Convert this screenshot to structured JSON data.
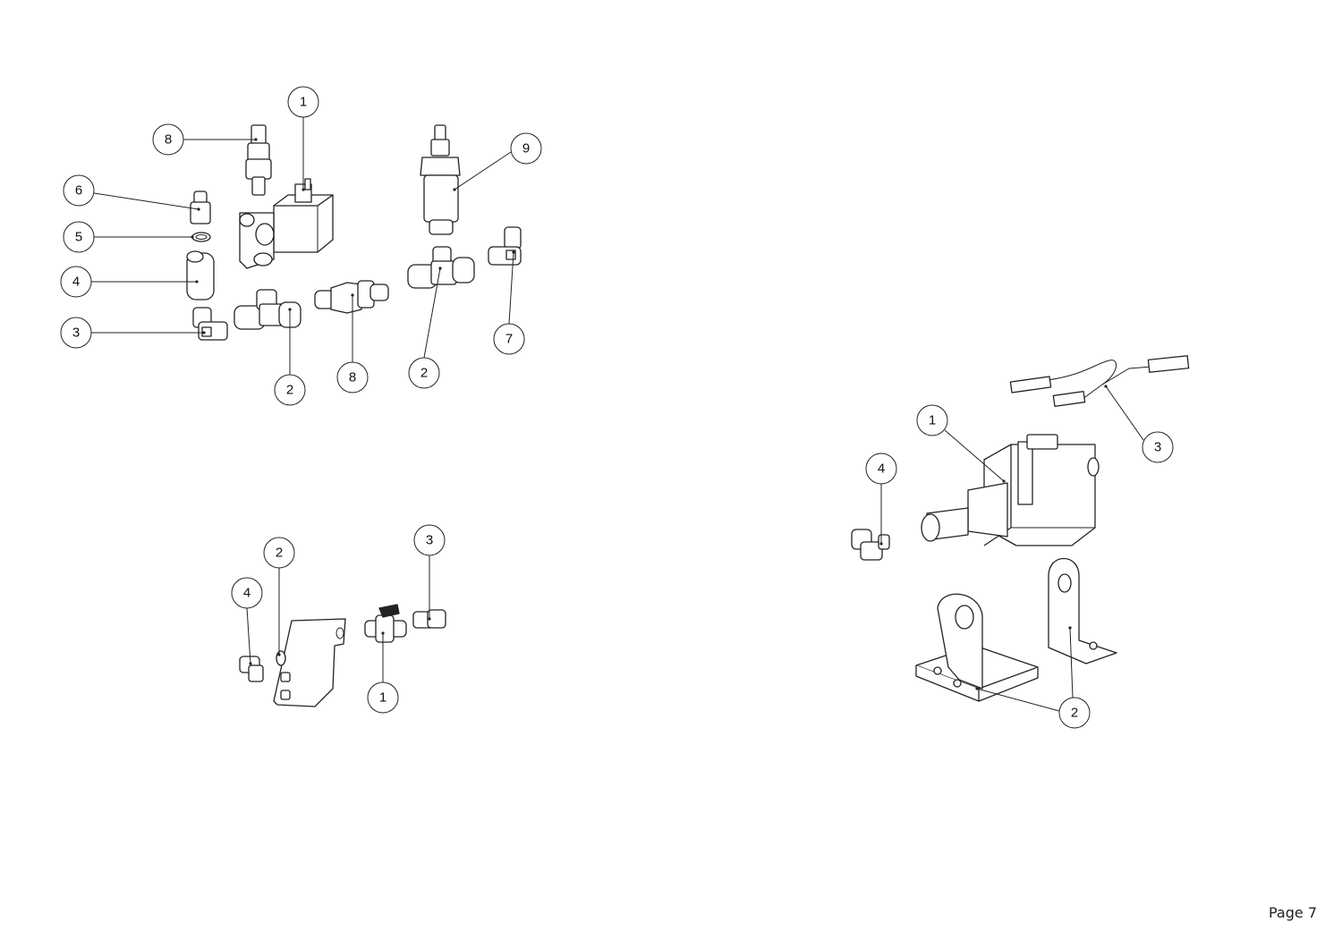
{
  "page_label": "Page 7",
  "callouts": {
    "g1_solenoid": "1",
    "g1_tee_left": "2",
    "g1_elbow": "3",
    "g1_filter": "4",
    "g1_oring": "5",
    "g1_adapter": "6",
    "g1_elbow_right": "7",
    "g1_check_valve": "8",
    "g1_check_valve_top": "8",
    "g1_tee_right": "2",
    "g1_pressure_switch": "9",
    "g2_ball_valve": "1",
    "g2_oring": "2",
    "g2_elbow_right": "3",
    "g2_elbow_left": "4",
    "g3_pump": "1",
    "g3_brackets": "2",
    "g3_cable": "3",
    "g3_elbow": "4"
  }
}
